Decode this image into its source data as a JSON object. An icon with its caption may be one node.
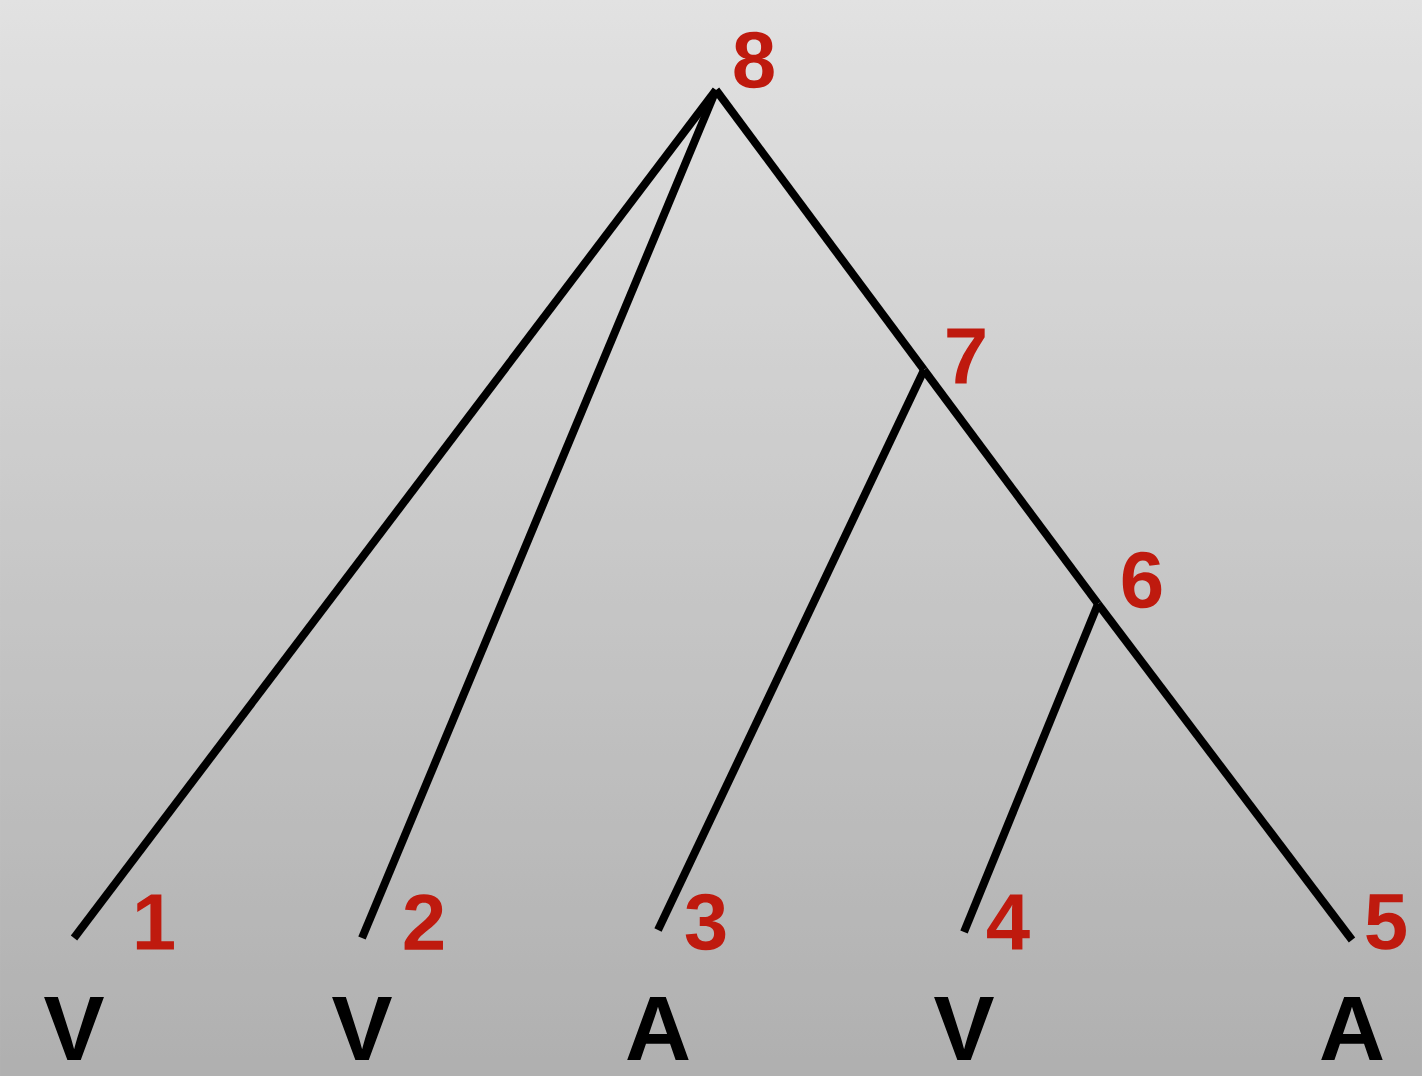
{
  "diagram": {
    "nodes": [
      {
        "text": [
          "8"
        ]
      },
      {
        "text": [
          "7"
        ]
      },
      {
        "text": [
          "6"
        ]
      },
      {
        "text": [
          "V"
        ],
        "beside": [
          "1"
        ]
      },
      {
        "text": [
          "V"
        ],
        "beside": [
          "2"
        ]
      },
      {
        "text": [
          "A"
        ],
        "beside": [
          "3"
        ]
      },
      {
        "text": [
          "V"
        ],
        "beside": [
          "4"
        ]
      },
      {
        "text": [
          "A"
        ],
        "beside": [
          "5"
        ]
      }
    ],
    "edges": [
      {
        "from": 0,
        "to": 3,
        "arrow": "none"
      },
      {
        "from": 0,
        "to": 4,
        "arrow": "none"
      },
      {
        "from": 0,
        "to": 1,
        "arrow": "none"
      },
      {
        "from": 1,
        "to": 5,
        "arrow": "none"
      },
      {
        "from": 1,
        "to": 2,
        "arrow": "none"
      },
      {
        "from": 2,
        "to": 6,
        "arrow": "none"
      },
      {
        "from": 2,
        "to": 7,
        "arrow": "none"
      }
    ]
  }
}
